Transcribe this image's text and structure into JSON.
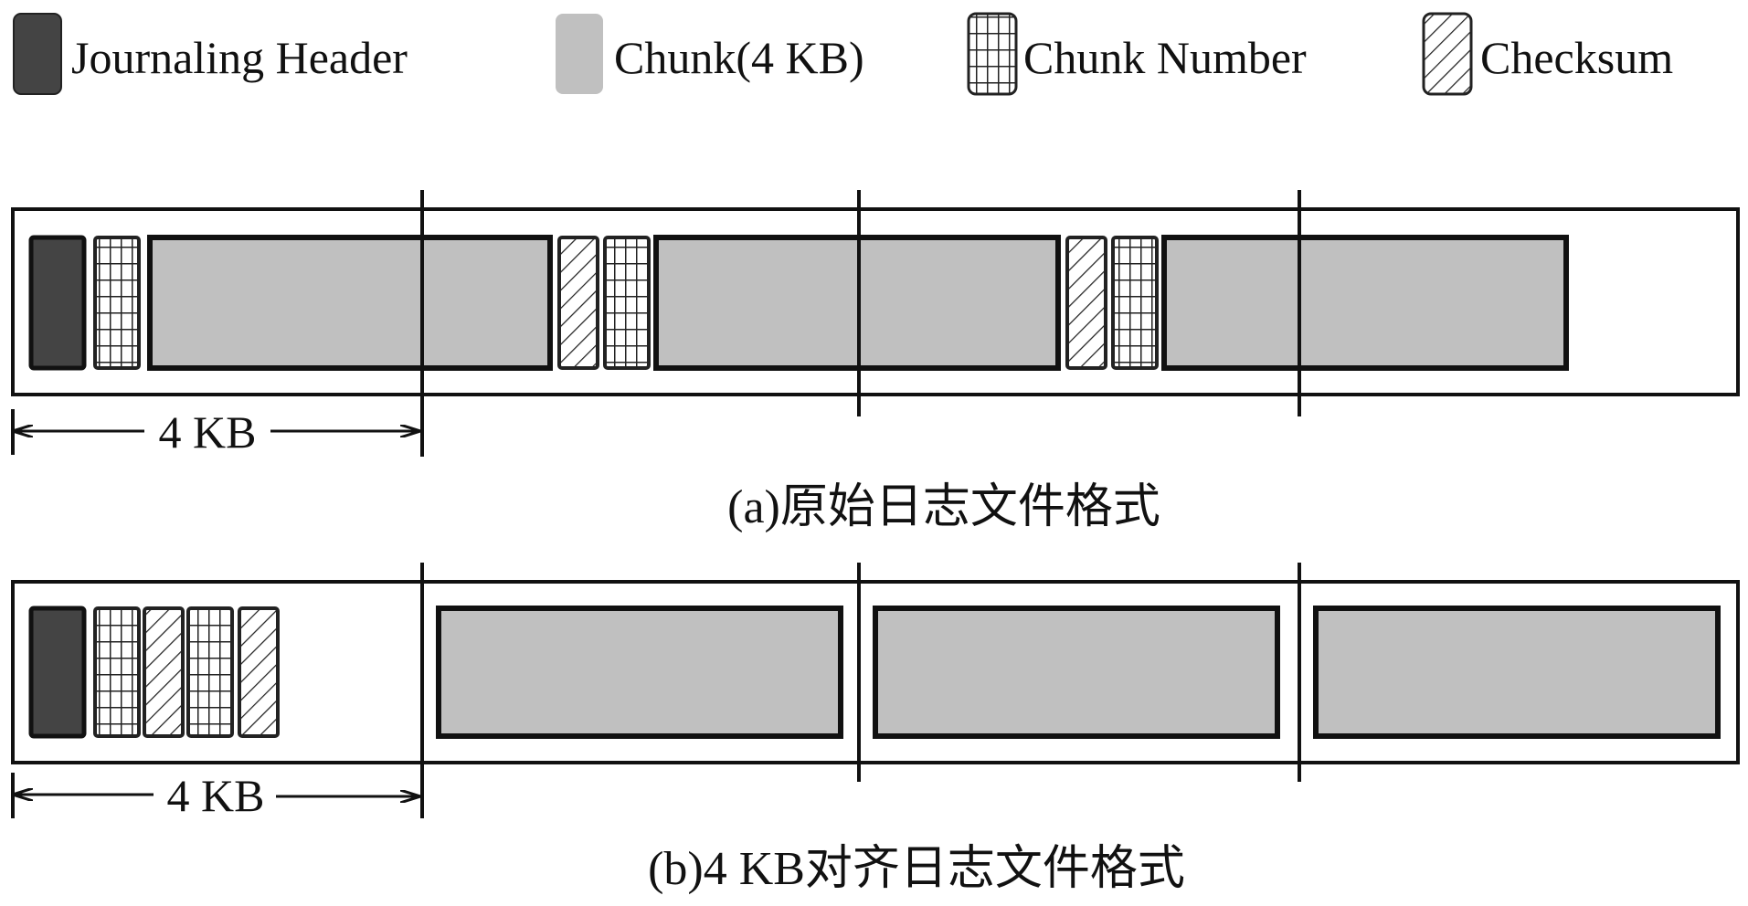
{
  "legend": {
    "header_label": "Journaling Header",
    "chunk_label": "Chunk(4 KB)",
    "chunk_number_label": "Chunk Number",
    "checksum_label": "Checksum"
  },
  "diagram_a": {
    "dimension_label": "4 KB",
    "caption": "(a)原始日志文件格式",
    "sequence": [
      "journaling-header",
      "chunk-number",
      "chunk",
      "checksum",
      "chunk-number",
      "chunk",
      "checksum",
      "chunk-number",
      "chunk"
    ]
  },
  "diagram_b": {
    "dimension_label": "4 KB",
    "caption": "(b)4 KB对齐日志文件格式",
    "sequence": [
      "journaling-header",
      "chunk-number",
      "checksum",
      "chunk-number",
      "checksum",
      "chunk",
      "chunk",
      "chunk"
    ]
  },
  "colors": {
    "header": "#444444",
    "chunk": "#c0c0c0",
    "line": "#111111",
    "background": "#ffffff"
  }
}
